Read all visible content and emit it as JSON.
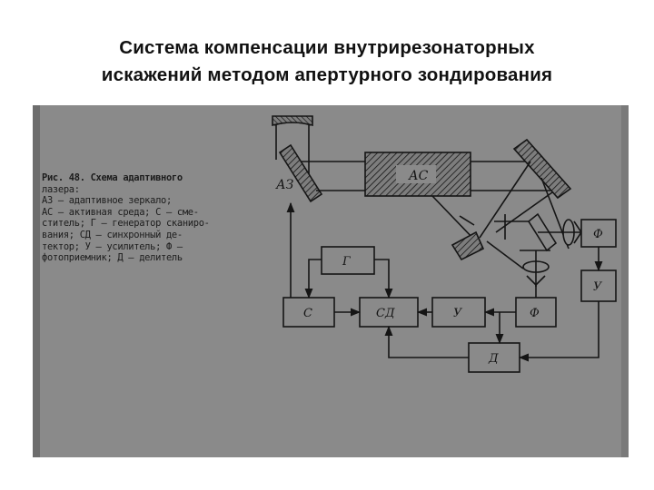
{
  "title": {
    "line1": "Система компенсации внутрирезонаторных",
    "line2": "искажений методом апертурного зондирования"
  },
  "caption": {
    "heading": "Рис.   48.   Схема  адаптивного",
    "lines": [
      "лазера:",
      "АЗ  —  адаптивное     зеркало;",
      "АС — активная среда; С — сме-",
      "ститель; Г — генератор сканиро-",
      "вания; СД — синхронный  де-",
      "тектор;  У  —  усилитель;  Ф —",
      "фотоприемник;  Д — делитель"
    ]
  },
  "diagram": {
    "mirror_label": "АЗ",
    "active_medium": "АС",
    "blocks": {
      "generator": "Г",
      "shifter": "С",
      "sync_detector": "СД",
      "amplifier_main": "У",
      "photodetector_lower": "Ф",
      "divider": "Д",
      "photodetector_right": "Ф",
      "amplifier_right": "У"
    }
  },
  "colors": {
    "page": "#ffffff",
    "photo_background": "#8a8a8a",
    "ink": "#151515"
  }
}
